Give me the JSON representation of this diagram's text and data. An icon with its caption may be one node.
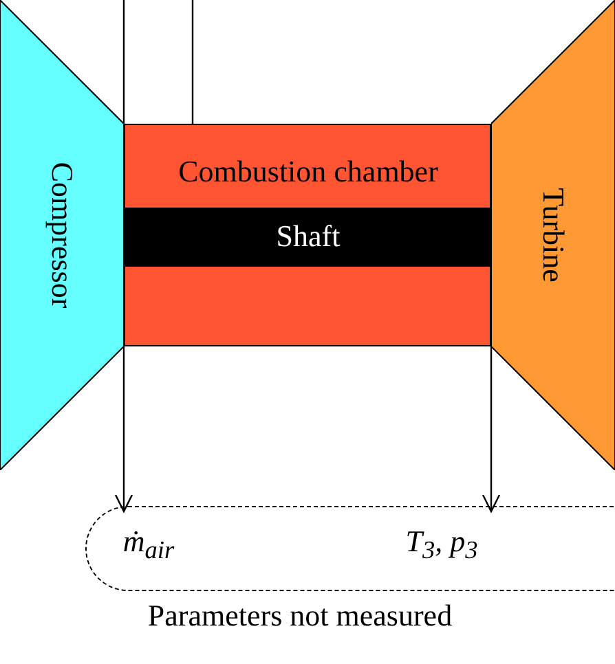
{
  "diagram": {
    "nodes": [
      {
        "text": [
          "Compressor"
        ]
      },
      {
        "text": [
          "Combustion chamber"
        ]
      },
      {
        "text": [
          "Shaft"
        ],
        "in": 1
      },
      {
        "text": [
          "Turbine"
        ]
      },
      {
        "text": [
          "Parameters not measured"
        ]
      },
      {
        "text": [
          "ṁ$_{air}$"
        ],
        "in": 4
      },
      {
        "text": [
          "T$_{3}$, p$_{3}$"
        ],
        "in": 4
      }
    ],
    "edges": [
      {
        "from": null,
        "to": 1,
        "arrow": "none"
      },
      {
        "from": null,
        "to": 1,
        "arrow": "none"
      },
      {
        "from": 1,
        "to": 5,
        "arrow": "to"
      },
      {
        "from": 1,
        "to": 6,
        "arrow": "to"
      }
    ]
  }
}
